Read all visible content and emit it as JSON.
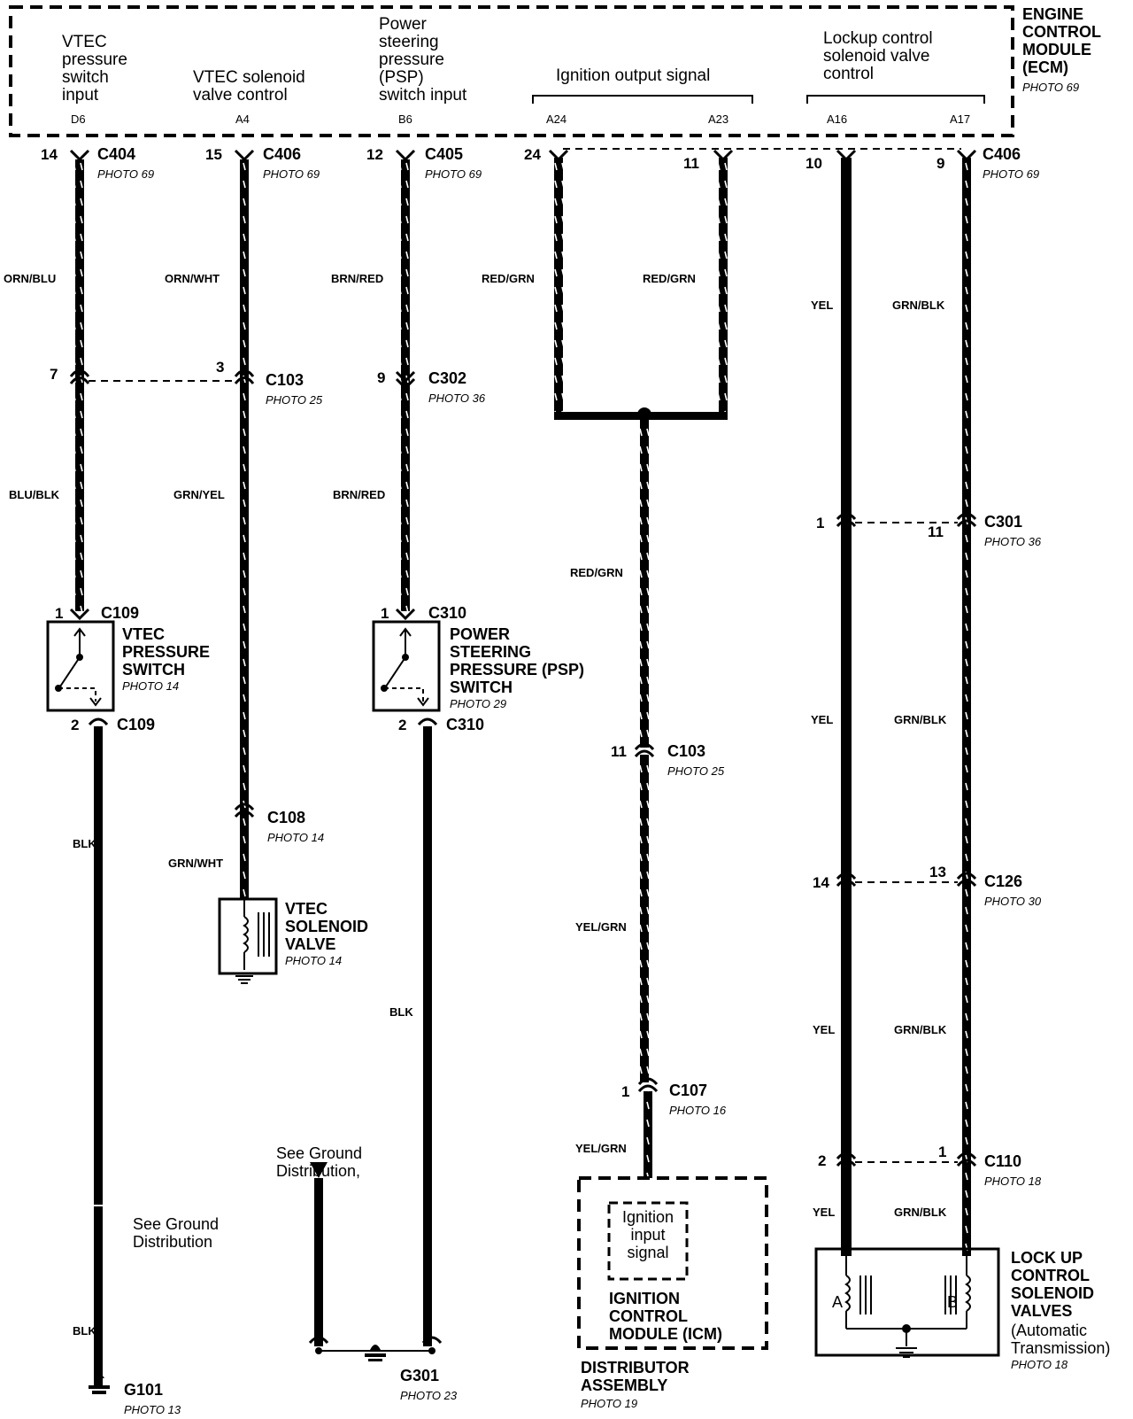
{
  "ecm": {
    "title": "ENGINE\nCONTROL\nMODULE\n(ECM)",
    "photo": "PHOTO 69",
    "labels": {
      "vtec_psw": "VTEC\npressure\nswitch\ninput",
      "vtec_sol": "VTEC solenoid\nvalve control",
      "psp": "Power\nsteering\npressure\n(PSP)\nswitch input",
      "ign": "Ignition output signal",
      "lockup": "Lockup control\nsolenoid valve\ncontrol"
    },
    "pins": {
      "d6": "D6",
      "a4": "A4",
      "b6": "B6",
      "a24": "A24",
      "a23": "A23",
      "a16": "A16",
      "a17": "A17"
    }
  },
  "top_connectors": {
    "c404": {
      "num": "14",
      "name": "C404",
      "photo": "PHOTO 69"
    },
    "c406a": {
      "num": "15",
      "name": "C406",
      "photo": "PHOTO 69"
    },
    "c405": {
      "num": "12",
      "name": "C405",
      "photo": "PHOTO 69"
    },
    "n24": "24",
    "n11": "11",
    "n10": "10",
    "c406b": {
      "num": "9",
      "name": "C406",
      "photo": "PHOTO 69"
    }
  },
  "wires": {
    "orn_blu": "ORN/BLU",
    "orn_wht": "ORN/WHT",
    "brn_red": "BRN/RED",
    "red_grn_1": "RED/GRN",
    "red_grn_2": "RED/GRN",
    "yel_1": "YEL",
    "grn_blk_1": "GRN/BLK",
    "blu_blk": "BLU/BLK",
    "grn_yel": "GRN/YEL",
    "brn_red_2": "BRN/RED",
    "red_grn_3": "RED/GRN",
    "yel_2": "YEL",
    "grn_blk_2": "GRN/BLK",
    "blk_1": "BLK",
    "grn_wht": "GRN/WHT",
    "yel_grn_1": "YEL/GRN",
    "blk_2": "BLK",
    "yel_3": "YEL",
    "grn_blk_3": "GRN/BLK",
    "yel_grn_2": "YEL/GRN",
    "yel_4": "YEL",
    "grn_blk_4": "GRN/BLK",
    "blk_3": "BLK"
  },
  "connectors": {
    "c103_top": {
      "pin_a": "7",
      "pin_b": "3",
      "name": "C103",
      "photo": "PHOTO 25"
    },
    "c302": {
      "pin": "9",
      "name": "C302",
      "photo": "PHOTO 36"
    },
    "c301": {
      "pin_a": "1",
      "pin_b": "11",
      "name": "C301",
      "photo": "PHOTO 36"
    },
    "c109_top": {
      "pin": "1",
      "name": "C109"
    },
    "c310_top": {
      "pin": "1",
      "name": "C310"
    },
    "c109_bot": {
      "pin": "2",
      "name": "C109"
    },
    "c310_bot": {
      "pin": "2",
      "name": "C310"
    },
    "c103_mid": {
      "pin": "11",
      "name": "C103",
      "photo": "PHOTO 25"
    },
    "c108": {
      "name": "C108",
      "photo": "PHOTO 14"
    },
    "c126": {
      "pin_a": "14",
      "pin_b": "13",
      "name": "C126",
      "photo": "PHOTO 30"
    },
    "c107": {
      "pin": "1",
      "name": "C107",
      "photo": "PHOTO 16"
    },
    "c110": {
      "pin_a": "2",
      "pin_b": "1",
      "name": "C110",
      "photo": "PHOTO 18"
    }
  },
  "components": {
    "vtec_switch": {
      "name": "VTEC\nPRESSURE\nSWITCH",
      "photo": "PHOTO 14"
    },
    "psp_switch": {
      "name": "POWER\nSTEERING\nPRESSURE (PSP)\nSWITCH",
      "photo": "PHOTO 29"
    },
    "vtec_solenoid": {
      "name": "VTEC\nSOLENOID\nVALVE",
      "photo": "PHOTO 14"
    },
    "icm": {
      "inner": "Ignition\ninput\nsignal",
      "name": "IGNITION\nCONTROL\nMODULE (ICM)"
    },
    "distributor": {
      "name": "DISTRIBUTOR\nASSEMBLY",
      "photo": "PHOTO 19"
    },
    "lockup": {
      "name": "LOCK UP\nCONTROL\nSOLENOID\nVALVES",
      "sub": "(Automatic\nTransmission)",
      "photo": "PHOTO 18",
      "coil_a": "A",
      "coil_b": "B"
    }
  },
  "grounds": {
    "see_dist_1": "See Ground\nDistribution,",
    "see_dist_2": "See Ground\nDistribution",
    "g101": {
      "name": "G101",
      "photo": "PHOTO 13"
    },
    "g301": {
      "name": "G301",
      "photo": "PHOTO 23"
    }
  }
}
